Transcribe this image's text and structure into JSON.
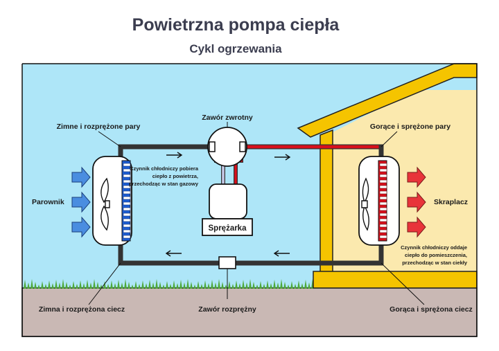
{
  "title": "Powietrzna pompa ciepła",
  "subtitle": "Cykl ogrzewania",
  "labels": {
    "valve_top": "Zawór zwrotny",
    "cold_vapor": "Zimne i rozprężone pary",
    "hot_vapor": "Gorące i sprężone pary",
    "evaporator": "Parownik",
    "condenser": "Skraplacz",
    "compressor": "Sprężarka",
    "cold_liquid": "Zimna i rozprężona ciecz",
    "expansion_valve": "Zawór rozprężny",
    "hot_liquid": "Gorąca i sprężona ciecz"
  },
  "notes": {
    "left": [
      "Czynnik chłodniczy pobiera",
      "ciepło z powietrza,",
      "przechodząc w stan gazowy"
    ],
    "right": [
      "Czynnik chłodniczy oddaje",
      "ciepło do pomieszczenia,",
      "przechodząc w stan ciekły"
    ]
  },
  "colors": {
    "sky": "#aee6f8",
    "ground": "#c9b8b4",
    "house_wall": "#fbe9ae",
    "house_frame": "#f5c400",
    "pipe_hot": "#d8101c",
    "pipe_cold": "#1e5ed4",
    "pipe_warm_light": "#f3b7b7",
    "pipe_cold_light": "#c5c8e6",
    "arrow_cold": "#4a8de0",
    "arrow_hot": "#e8343a",
    "grass": "#4fa83a"
  },
  "icons": [
    "flow-arrow-icon",
    "fan-icon",
    "cold-air-arrow-icon",
    "hot-air-arrow-icon",
    "grass-icon"
  ]
}
